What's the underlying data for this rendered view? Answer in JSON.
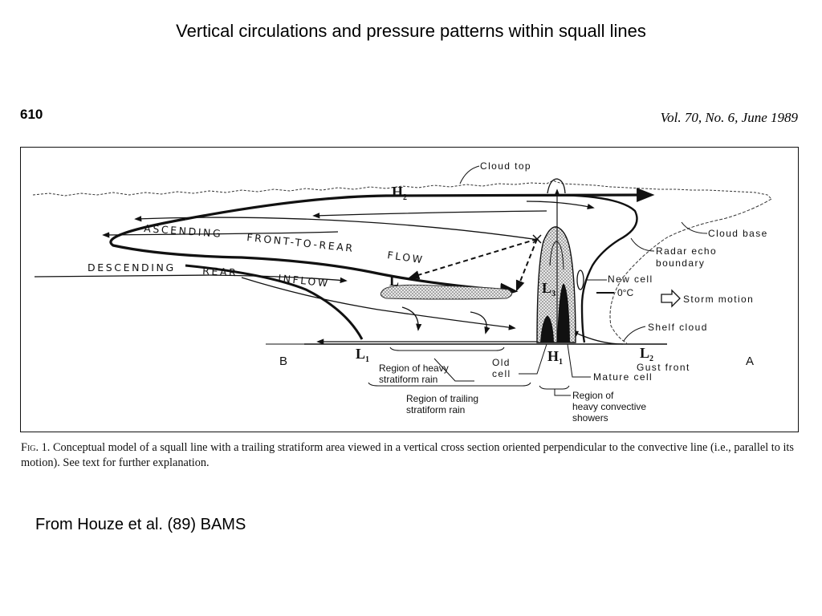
{
  "slide": {
    "title": "Vertical circulations and pressure patterns within squall lines",
    "source": "From Houze et al. (89) BAMS"
  },
  "page": {
    "number": "610",
    "journal": "Vol. 70, No. 6, June 1989"
  },
  "figure": {
    "labels": {
      "cloud_top": "Cloud top",
      "cloud_base": "Cloud base",
      "radar_echo_boundary_1": "Radar echo",
      "radar_echo_boundary_2": "boundary",
      "new_cell": "New cell",
      "zero_c": "0°C",
      "storm_motion": "Storm motion",
      "shelf_cloud": "Shelf cloud",
      "gust_front": "Gust front",
      "mature_cell": "Mature cell",
      "old_cell_1": "Old",
      "old_cell_2": "cell",
      "ascending_1": "ASCENDING",
      "ascending_2": "FRONT-TO-REAR",
      "ascending_3": "FLOW",
      "descending_1": "DESCENDING",
      "descending_2": "REAR",
      "descending_3": "INFLOW",
      "point_b": "B",
      "point_a": "A",
      "heavy_strat_1": "Region of heavy",
      "heavy_strat_2": "stratiform rain",
      "trailing_strat_1": "Region of trailing",
      "trailing_strat_2": "stratiform rain",
      "heavy_conv_1": "Region of",
      "heavy_conv_2": "heavy convective",
      "heavy_conv_3": "showers"
    },
    "pressure_centers": [
      {
        "letter": "H",
        "sub": "2"
      },
      {
        "letter": "L",
        "sub": "1"
      },
      {
        "letter": "H",
        "sub": "1"
      },
      {
        "letter": "L",
        "sub": "2"
      },
      {
        "letter": "L",
        "sub": "3"
      },
      {
        "letter": "L",
        "sub": ""
      }
    ]
  },
  "caption": {
    "fig_label": "Fig. 1.",
    "text": "Conceptual model of a squall line with a trailing stratiform area viewed in a vertical cross section oriented perpendicular to the convective line (i.e., parallel to its motion). See text for further explanation."
  }
}
